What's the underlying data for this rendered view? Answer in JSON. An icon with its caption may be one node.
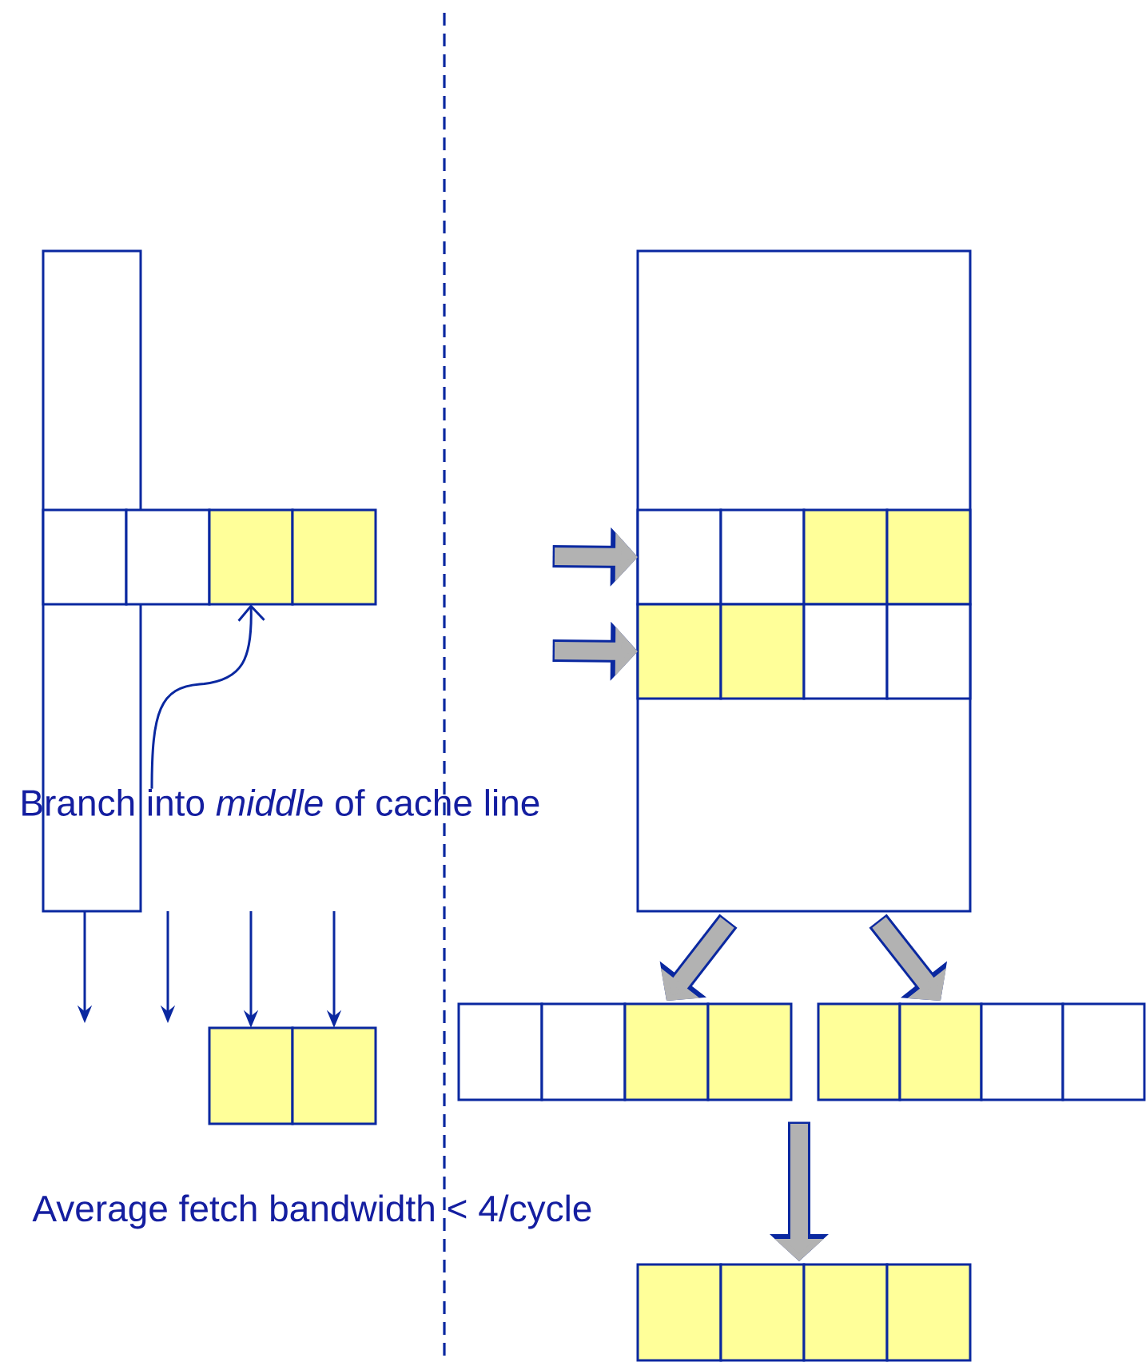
{
  "diagram": {
    "nodes": [
      {
        "text": [],
        "shape": "box"
      },
      {
        "text": [],
        "shape": "box",
        "in": 0
      },
      {
        "text": [],
        "shape": "box"
      },
      {
        "text": [],
        "shape": "box"
      },
      {
        "text": [],
        "shape": "box"
      },
      {
        "text": [
          "Branch into *middle* of cache line"
        ]
      },
      {
        "text": [],
        "shape": "box"
      },
      {
        "text": [],
        "shape": "box"
      },
      {
        "text": [],
        "shape": "box"
      },
      {
        "text": [],
        "shape": "box",
        "in": 8
      },
      {
        "text": [],
        "shape": "box",
        "in": 8
      },
      {
        "text": [],
        "shape": "box",
        "in": 8
      },
      {
        "text": [],
        "shape": "box",
        "in": 8
      },
      {
        "text": [],
        "shape": "box",
        "in": 8
      },
      {
        "text": [],
        "shape": "box",
        "in": 8
      },
      {
        "text": [],
        "shape": "box",
        "in": 8
      },
      {
        "text": [],
        "shape": "box",
        "in": 8
      },
      {
        "text": [],
        "shape": "box"
      },
      {
        "text": [],
        "shape": "box"
      },
      {
        "text": [],
        "shape": "box"
      },
      {
        "text": [],
        "shape": "box"
      },
      {
        "text": [],
        "shape": "box"
      },
      {
        "text": [],
        "shape": "box"
      },
      {
        "text": [],
        "shape": "box"
      },
      {
        "text": [],
        "shape": "box"
      },
      {
        "text": [],
        "shape": "box"
      },
      {
        "text": [],
        "shape": "box"
      },
      {
        "text": [],
        "shape": "box"
      },
      {
        "text": [],
        "shape": "box"
      }
    ],
    "edges": [
      {
        "from": 5,
        "to": 3,
        "arrow": "to",
        "color": "#0a28a0"
      },
      {
        "from": 0,
        "to": null,
        "arrow": "to",
        "color": "#0a28a0"
      },
      {
        "from": null,
        "to": 6,
        "arrow": "to",
        "color": "#0a28a0"
      },
      {
        "from": null,
        "to": 7,
        "arrow": "to",
        "color": "#0a28a0"
      },
      {
        "from": null,
        "to": 9,
        "arrow": "to"
      },
      {
        "from": null,
        "to": 13,
        "arrow": "to"
      },
      {
        "from": 8,
        "to": 19,
        "arrow": "to"
      },
      {
        "from": 8,
        "to": 22,
        "arrow": "to"
      },
      {
        "from": null,
        "to": 26,
        "arrow": "to"
      }
    ],
    "labels": [
      "Average fetch bandwidth < 4/cycle"
    ]
  }
}
